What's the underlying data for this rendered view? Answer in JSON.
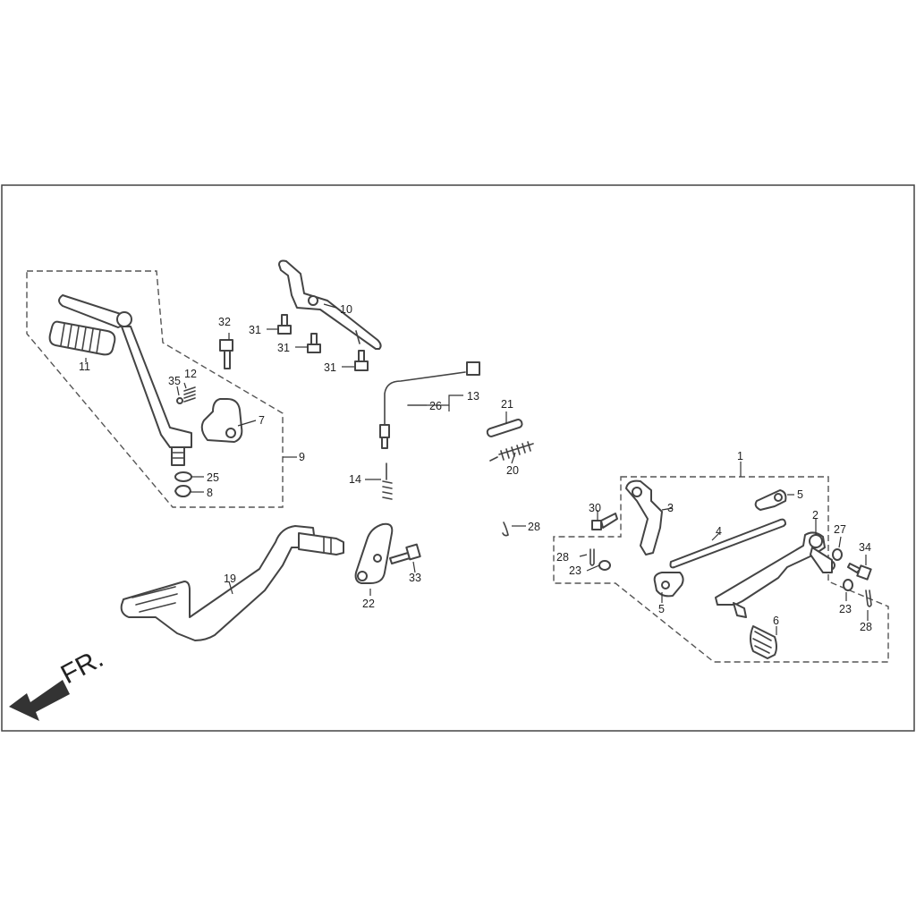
{
  "direction_label": "FR.",
  "callouts": {
    "c1": "1",
    "c2": "2",
    "c3": "3",
    "c4": "4",
    "c5a": "5",
    "c5b": "5",
    "c6": "6",
    "c7": "7",
    "c8": "8",
    "c9": "9",
    "c10": "10",
    "c11": "11",
    "c12": "12",
    "c13": "13",
    "c14": "14",
    "c19": "19",
    "c20": "20",
    "c21": "21",
    "c22": "22",
    "c23a": "23",
    "c23b": "23",
    "c25": "25",
    "c26": "26",
    "c27": "27",
    "c28a": "28",
    "c28b": "28",
    "c28c": "28",
    "c30": "30",
    "c31a": "31",
    "c31b": "31",
    "c31c": "31",
    "c32": "32",
    "c33": "33",
    "c34": "34",
    "c35": "35"
  }
}
